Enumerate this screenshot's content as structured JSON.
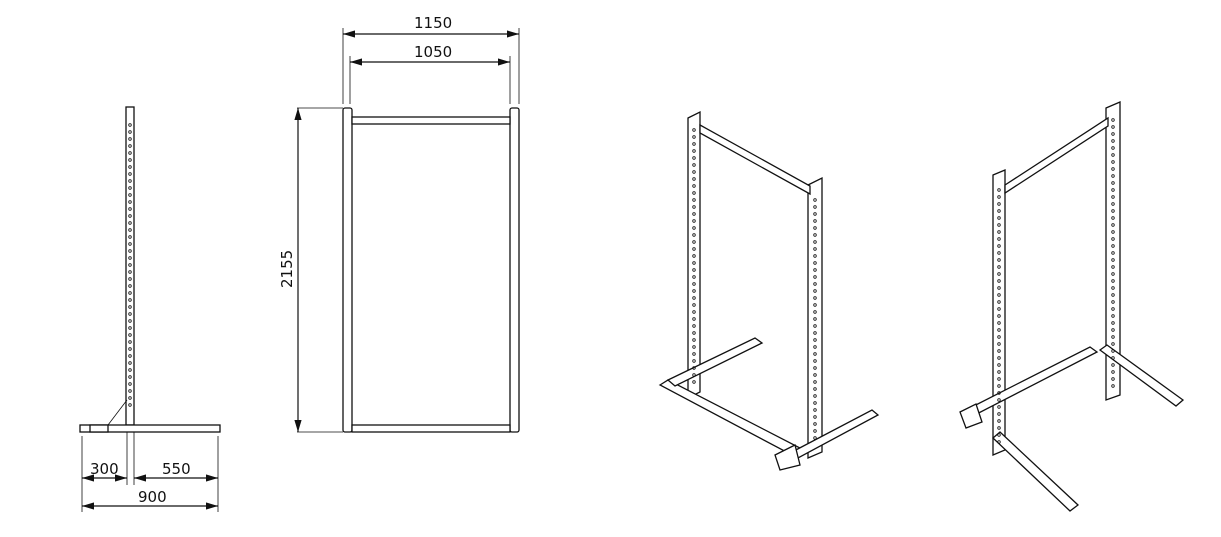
{
  "side_view": {
    "dims": {
      "front_offset": "300",
      "rear_offset": "550",
      "base_length": "900"
    }
  },
  "front_view": {
    "dims": {
      "outer_width": "1150",
      "inner_width": "1050",
      "height": "2155"
    }
  },
  "colors": {
    "line": "#111111",
    "background": "#ffffff"
  }
}
